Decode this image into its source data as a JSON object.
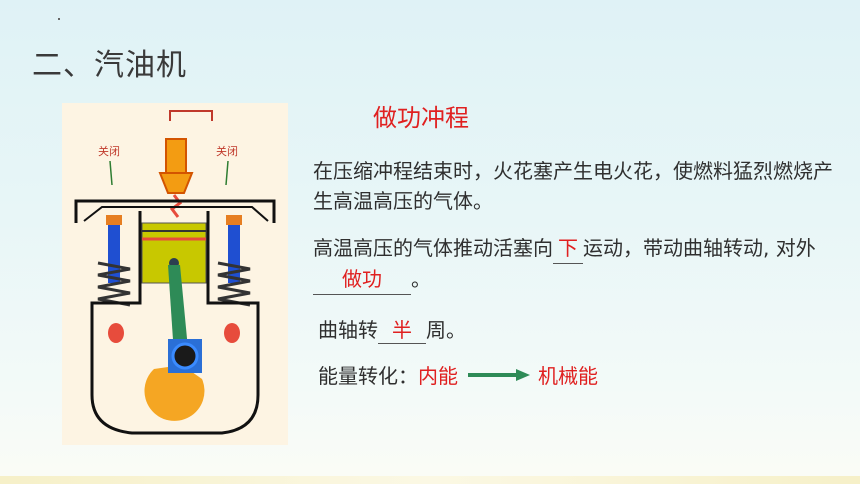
{
  "slide": {
    "title": "二、汽油机"
  },
  "diagram": {
    "valve_left_label": "关闭",
    "valve_right_label": "关闭"
  },
  "content": {
    "stroke_title": "做功冲程",
    "paragraph1": "在压缩冲程结束时，火花塞产生电火花，使燃料猛烈燃烧产生高温高压的气体。",
    "p2_prefix": "高温高压的气体推动活塞向",
    "p2_blank1": "下",
    "p2_middle": "运动，带动曲轴转动, 对外",
    "p2_blank2": "做功",
    "p2_suffix": "。",
    "crank_prefix": "曲轴转",
    "crank_blank": "半",
    "crank_suffix": "周。",
    "energy_prefix": "能量转化：",
    "energy_from": "内能",
    "energy_to": "机械能"
  },
  "colors": {
    "accent_red": "#e02020",
    "arrow_green": "#2e8b57"
  }
}
